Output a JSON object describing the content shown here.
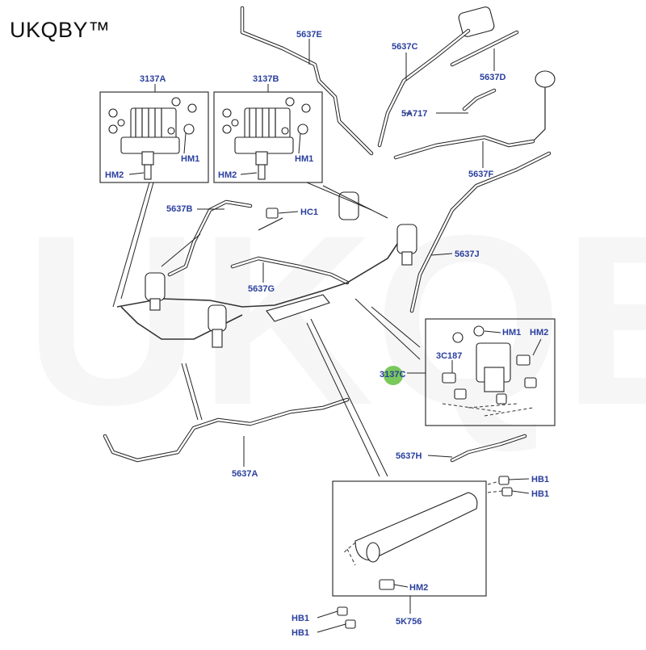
{
  "brand": {
    "text": "UKQBY™",
    "watermark": "UKQBY™"
  },
  "colors": {
    "label": "#2a3f9e",
    "line": "#222222",
    "hotspot": "#6cc24a"
  },
  "labels": {
    "l5637E": "5637E",
    "l5637C": "5637C",
    "l5637D": "5637D",
    "l5A717": "5A717",
    "l3137A": "3137A",
    "l3137B": "3137B",
    "lHM1a": "HM1",
    "lHM2a": "HM2",
    "lHM1b": "HM1",
    "lHM2b": "HM2",
    "l5637F": "5637F",
    "l5637B": "5637B",
    "lHC1": "HC1",
    "l5637J": "5637J",
    "l5637G": "5637G",
    "lHM1c": "HM1",
    "lHM2c": "HM2",
    "l3C187": "3C187",
    "l3137C": "3137C",
    "l5637H": "5637H",
    "l5637A": "5637A",
    "lHB1a": "HB1",
    "lHB1b": "HB1",
    "lHM2d": "HM2",
    "lHB1c": "HB1",
    "lHB1d": "HB1",
    "l5K756": "5K756"
  }
}
